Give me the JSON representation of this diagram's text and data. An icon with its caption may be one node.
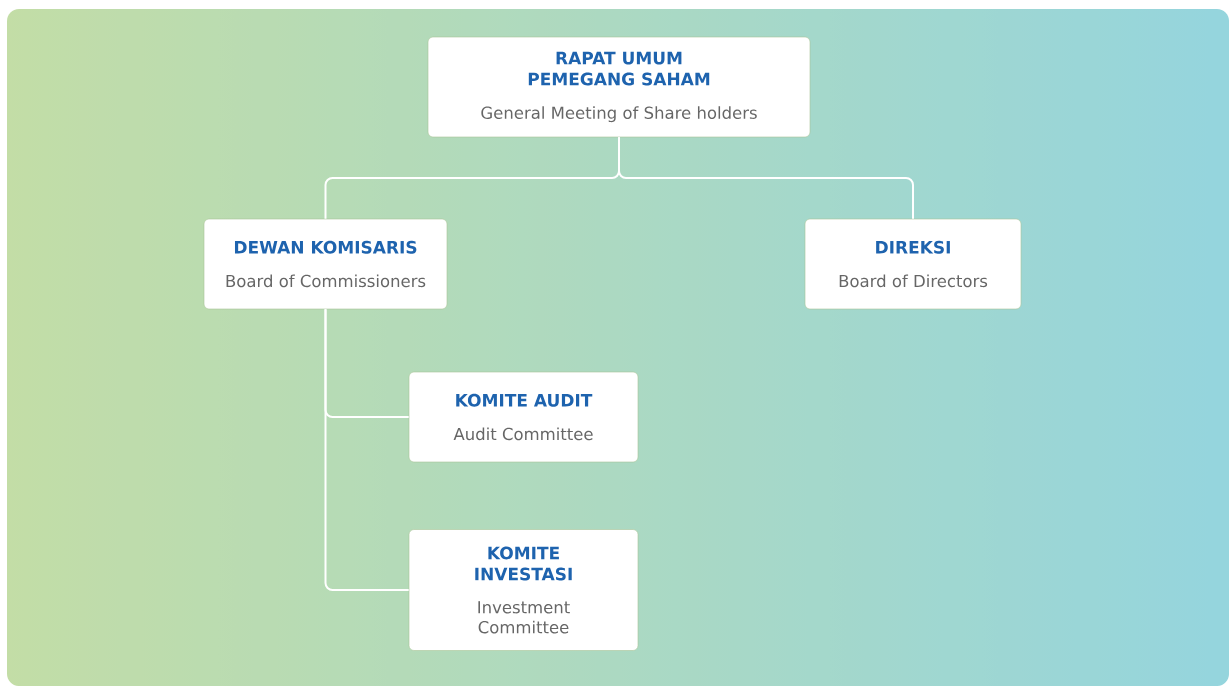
{
  "diagram": {
    "nodes": [
      {
        "text": [
          "RAPAT UMUM PEMEGANG SAHAM",
          "General Meeting of Share holders"
        ]
      },
      {
        "text": [
          "DEWAN KOMISARIS",
          "Board of Commissioners"
        ]
      },
      {
        "text": [
          "DIREKSI",
          "Board of Directors"
        ]
      },
      {
        "text": [
          "KOMITE AUDIT",
          "Audit Committee"
        ]
      },
      {
        "text": [
          "KOMITE INVESTASI",
          "Investment Committee"
        ]
      }
    ],
    "edges": [
      {
        "from": 0,
        "to": 1,
        "arrow": "none"
      },
      {
        "from": 0,
        "to": 2,
        "arrow": "none"
      },
      {
        "from": 1,
        "to": 3,
        "arrow": "none"
      },
      {
        "from": 1,
        "to": 4,
        "arrow": "none"
      }
    ]
  }
}
